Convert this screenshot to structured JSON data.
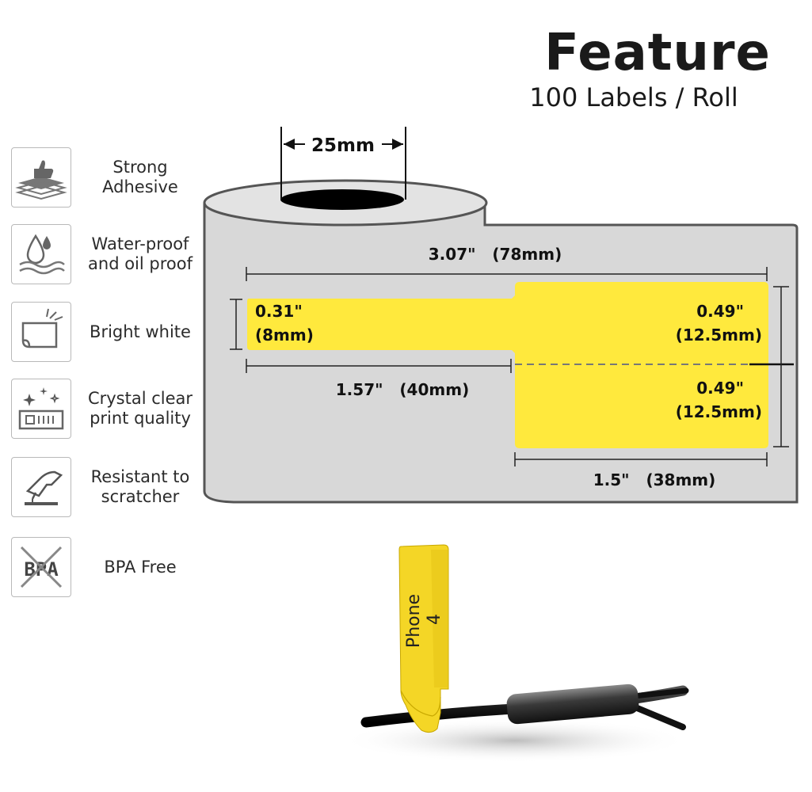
{
  "header": {
    "title": "Feature",
    "subtitle": "100 Labels / Roll"
  },
  "features": [
    {
      "label": "Strong\nAdhesive",
      "icon": "thumbs-up-layers-icon"
    },
    {
      "label": "Water-proof\nand oil proof",
      "icon": "water-drop-icon"
    },
    {
      "label": "Bright white",
      "icon": "bright-paper-icon"
    },
    {
      "label": "Crystal clear\nprint quality",
      "icon": "sparkle-print-icon"
    },
    {
      "label": "Resistant to\nscratcher",
      "icon": "scratch-hand-icon"
    },
    {
      "label": "BPA Free",
      "icon": "bpa-crossed-icon"
    }
  ],
  "diagram": {
    "core_width": "25mm",
    "total_width": "3.07\"   (78mm)",
    "tail_height_in": "0.31\"",
    "tail_height_mm": "(8mm)",
    "flag_top_in": "0.49\"",
    "flag_top_mm": "(12.5mm)",
    "flag_bottom_in": "0.49\"",
    "flag_bottom_mm": "(12.5mm)",
    "tail_length": "1.57\"   (40mm)",
    "flag_width": "1.5\"   (38mm)",
    "label_color": "#ffe93d",
    "roll_color": "#d8d8d8"
  },
  "photo": {
    "label_text_line1": "Phone",
    "label_text_line2": "4"
  }
}
